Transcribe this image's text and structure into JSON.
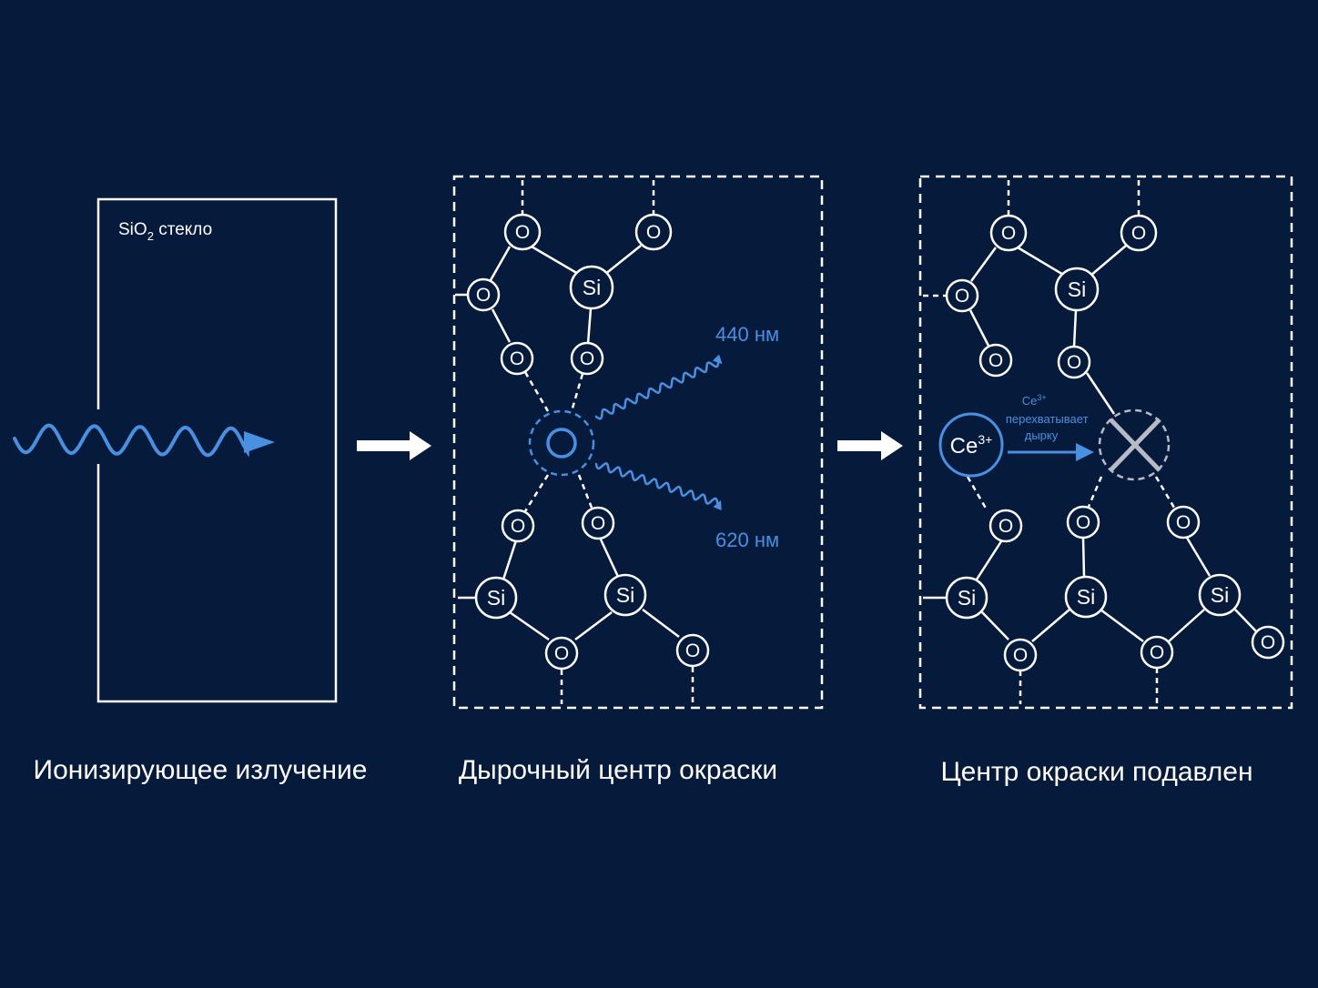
{
  "colors": {
    "background": "#061a3c",
    "line": "#ffffff",
    "accent": "#4a90e2",
    "cross": "#b7bcc4"
  },
  "panel1": {
    "glass_label_main": "SiO",
    "glass_label_sub": "2",
    "glass_label_rest": " стекло",
    "caption": "Ионизирующее излучение"
  },
  "panel2": {
    "caption": "Дырочный центр окраски",
    "emission_1": "440 нм",
    "emission_2": "620 нм"
  },
  "panel3": {
    "caption": "Центр окраски подавлен",
    "ce_label": "Ce",
    "ce_charge": "3+",
    "note_line1_main": "Ce",
    "note_line1_charge": "3+",
    "note_line2": "перехватывает",
    "note_line3": "дырку"
  },
  "atoms": {
    "oxygen": "O",
    "silicon": "Si"
  },
  "icons": {
    "flow_arrow": "right-arrow-icon",
    "radiation_wave": "wavy-arrow-icon",
    "suppressed": "cross-icon"
  }
}
